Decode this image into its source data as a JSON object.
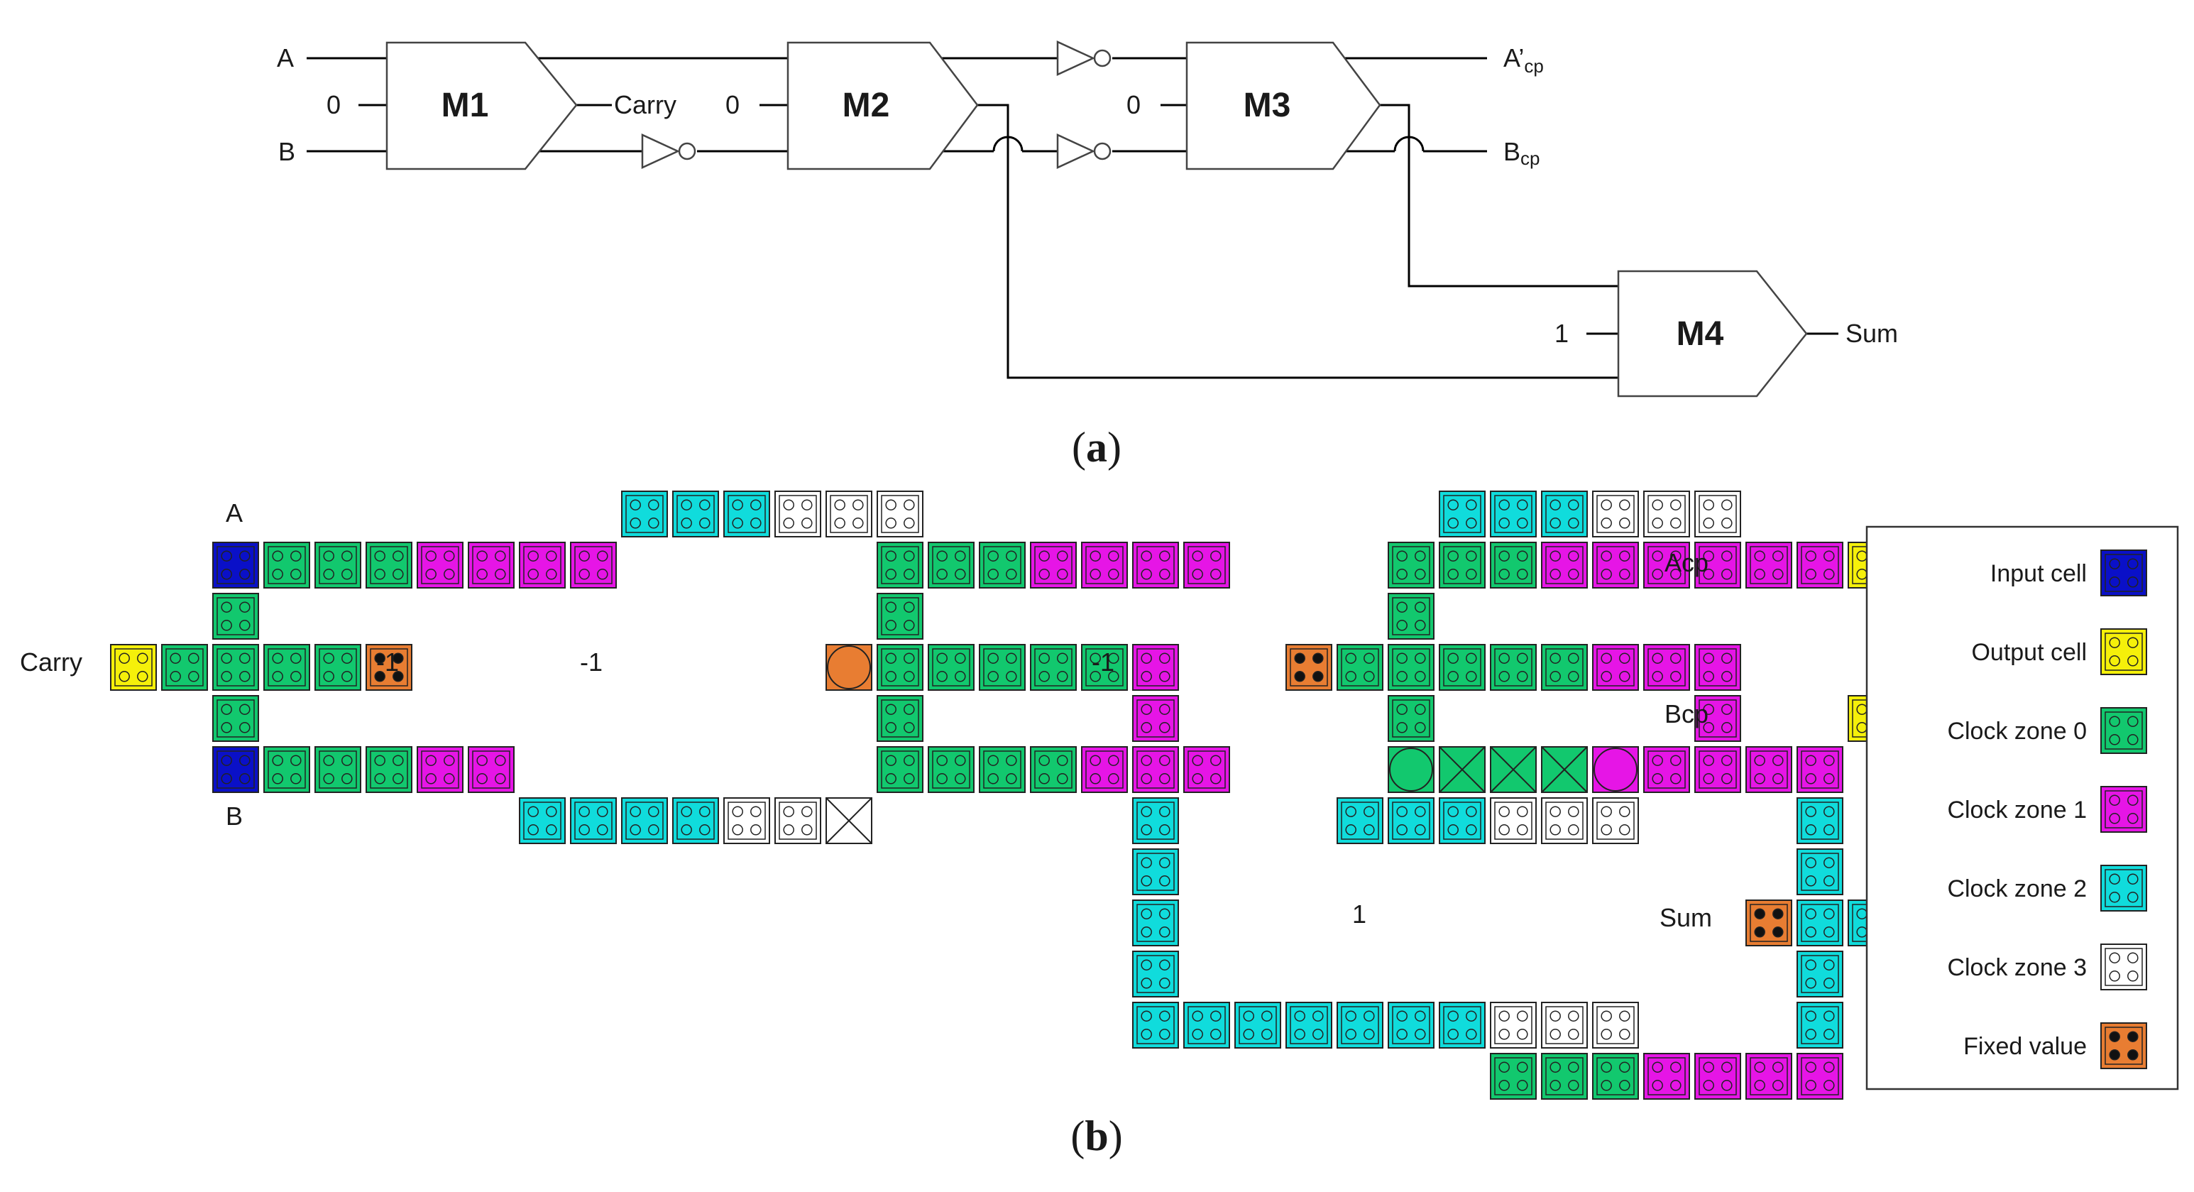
{
  "part_a": {
    "caption_open": "(",
    "caption_letter": "a",
    "caption_close": ")",
    "signals": {
      "a": "A",
      "b": "B",
      "zero": "0",
      "one": "1",
      "carry": "Carry",
      "a_out_main": "A’",
      "a_out_sub": "cp",
      "b_out_main": "B",
      "b_out_sub": "cp",
      "sum": "Sum"
    },
    "gates": [
      "M1",
      "M2",
      "M3",
      "M4"
    ]
  },
  "part_b": {
    "caption_open": "(",
    "caption_letter": "b",
    "caption_close": ")",
    "labels": {
      "a": "A",
      "b": "B",
      "carry": "Carry",
      "acp": "Acp",
      "bcp": "Bcp",
      "sum": "Sum",
      "fixed_neg1": "-1",
      "fixed_pos1": "1"
    }
  },
  "legend": [
    {
      "label": "Input cell",
      "color": "#0a10c8",
      "kind": "dots"
    },
    {
      "label": "Output cell",
      "color": "#f5f00a",
      "kind": "dots"
    },
    {
      "label": "Clock zone 0",
      "color": "#12c86e",
      "kind": "dots"
    },
    {
      "label": "Clock zone 1",
      "color": "#e615e6",
      "kind": "dots"
    },
    {
      "label": "Clock zone 2",
      "color": "#10dcdc",
      "kind": "dots"
    },
    {
      "label": "Clock zone 3",
      "color": "#ffffff",
      "kind": "dots"
    },
    {
      "label": "Fixed value",
      "color": "#e87d32",
      "kind": "fixed"
    }
  ],
  "colors": {
    "input": "#0a10c8",
    "output": "#f5f00a",
    "clock0": "#12c86e",
    "clock1": "#e615e6",
    "clock2": "#10dcdc",
    "clock3": "#ffffff",
    "fixed": "#e87d32"
  }
}
